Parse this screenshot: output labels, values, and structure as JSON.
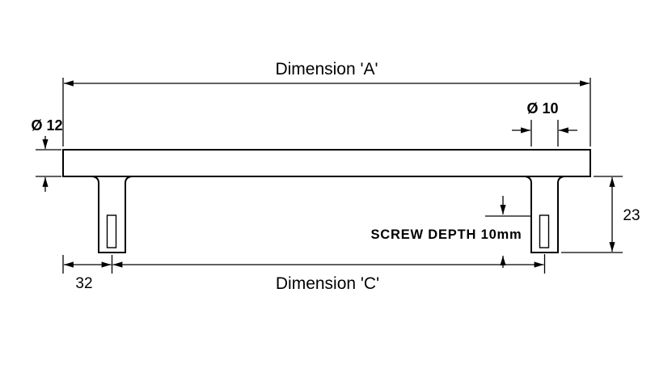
{
  "labels": {
    "dimension_a": "Dimension 'A'",
    "dia_post": "Ø 10",
    "dia_bar": "Ø 12",
    "post_height": "23",
    "screw_depth": "SCREW DEPTH 10mm",
    "end_offset": "32",
    "dimension_c": "Dimension 'C'"
  },
  "colors": {
    "line": "#000000",
    "background": "#ffffff"
  },
  "icons": {
    "arrowhead": "filled-triangle-dimension-arrow"
  }
}
